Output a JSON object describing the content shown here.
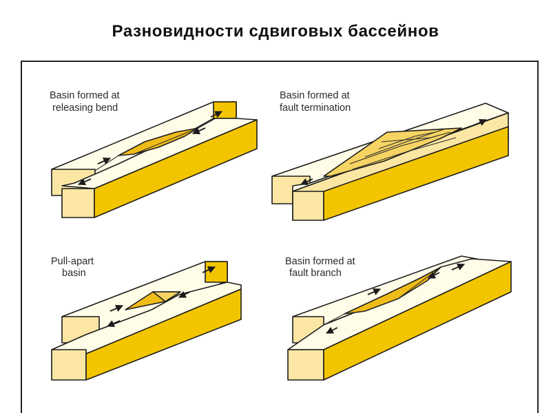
{
  "title": "Разновидности сдвиговых бассейнов",
  "colors": {
    "top_face": "#fffce8",
    "front_face": "#fbe6a4",
    "side_face": "#f3c500",
    "basin_fill": "#f0bc1a",
    "basin_wall": "#f6d463",
    "outline": "#1b1b1b"
  },
  "panels": [
    {
      "label_line1": "Basin formed at",
      "label_line2": "releasing bend"
    },
    {
      "label_line1": "Basin formed at",
      "label_line2": "fault termination"
    },
    {
      "label_line1": "Pull-apart",
      "label_line2": "basin"
    },
    {
      "label_line1": "Basin formed at",
      "label_line2": "fault branch"
    }
  ]
}
